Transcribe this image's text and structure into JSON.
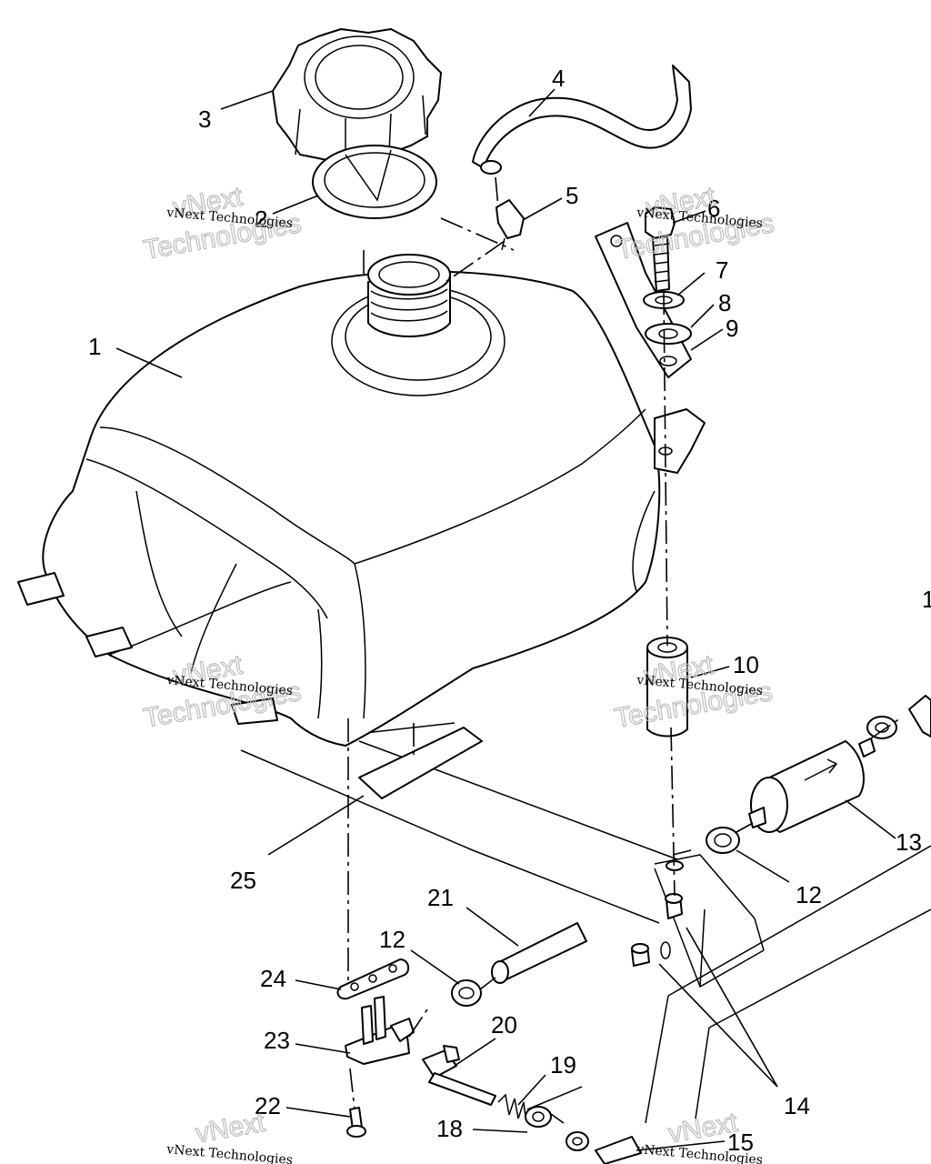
{
  "callouts": {
    "c1": "1",
    "c2": "2",
    "c3": "3",
    "c4": "4",
    "c5": "5",
    "c6": "6",
    "c7": "7",
    "c8": "8",
    "c9": "9",
    "c10": "10",
    "c12a": "12",
    "c12b": "12",
    "c13": "13",
    "c14": "14",
    "c15": "15",
    "c18": "18",
    "c19": "19",
    "c20": "20",
    "c21": "21",
    "c22": "22",
    "c23": "23",
    "c24": "24",
    "c25": "25",
    "c_edge": "1"
  },
  "watermark": {
    "company": "vNext Technologies",
    "big_line1": "vNext",
    "big_line2": "Technologies"
  }
}
